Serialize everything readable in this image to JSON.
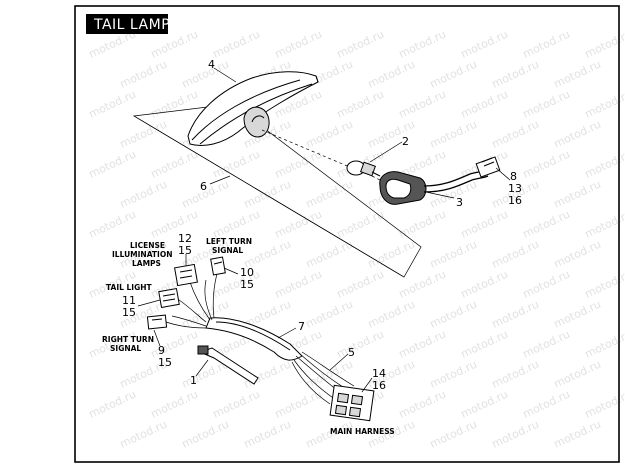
{
  "title": "TAIL LAMP",
  "watermark": "motod.ru",
  "callouts": {
    "c1": "1",
    "c2": "2",
    "c3": "3",
    "c4": "4",
    "c5": "5",
    "c6": "6",
    "c7": "7",
    "c8": "8",
    "c13a": "13",
    "c16a": "16",
    "c12": "12",
    "c15a": "15",
    "c10": "10",
    "c15b": "15",
    "c11": "11",
    "c15c": "15",
    "c9": "9",
    "c15d": "15",
    "c14": "14",
    "c16b": "16"
  },
  "labels": {
    "license_1": "LICENSE",
    "license_2": "ILLUMINATION",
    "license_3": "LAMPS",
    "left_turn_1": "LEFT TURN",
    "left_turn_2": "SIGNAL",
    "tail_light": "TAIL LIGHT",
    "right_turn_1": "RIGHT TURN",
    "right_turn_2": "SIGNAL",
    "main_harness": "MAIN HARNESS"
  }
}
